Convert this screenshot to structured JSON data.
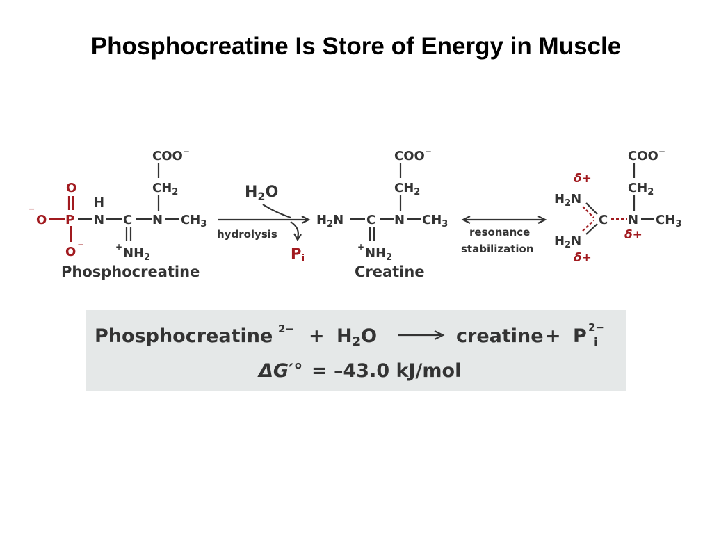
{
  "slide": {
    "title": "Phosphocreatine Is Store of Energy in Muscle"
  },
  "scheme": {
    "phosphocreatine_label": "Phosphocreatine",
    "creatine_label": "Creatine",
    "hydrolysis_label": "hydrolysis",
    "water": "H",
    "water_sub": "2",
    "water_tail": "O",
    "pi": "P",
    "pi_sub": "i",
    "resonance_line1": "resonance",
    "resonance_line2": "stabilization",
    "coo": "COO",
    "minus": "−",
    "ch2": "CH",
    "two": "2",
    "ch3": "CH",
    "three": "3",
    "n": "N",
    "c": "C",
    "h": "H",
    "p": "P",
    "o": "O",
    "nh2": "NH",
    "h2n": "H",
    "plus": "+",
    "delta_plus": "δ+",
    "colors": {
      "red": "#a11a1f",
      "dark": "#333333"
    }
  },
  "equation": {
    "phosphocreatine": "Phosphocreatine",
    "phosphocreatine_charge": "2−",
    "plus": "+",
    "water_h": "H",
    "water_sub": "2",
    "water_o": "O",
    "creatine": "creatine",
    "pi": "P",
    "pi_charge": "2−",
    "pi_sub": "i",
    "delta_g": "ΔG′°",
    "delta_g_value": "= –43.0 kJ/mol",
    "background": "#e5e8e8"
  }
}
